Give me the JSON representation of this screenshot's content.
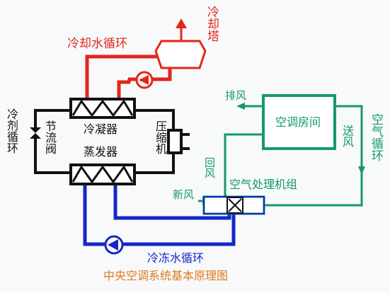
{
  "colors": {
    "refrigerant": "#111111",
    "cooling_water": "#e3261c",
    "chilled_water": "#1427c8",
    "air": "#15996b",
    "caption": "#e07a1f"
  },
  "labels": {
    "cooling_tower": "冷却塔",
    "cooling_water_loop": "冷却水循环",
    "condenser": "冷凝器",
    "evaporator": "蒸发器",
    "compressor": "压缩机",
    "throttle_valve": "节流阀",
    "refrigerant_loop": "冷剂循环",
    "exhaust_air": "排风",
    "ac_room": "空调房间",
    "supply_air": "送风",
    "air_loop": "空气循环",
    "return_air": "回风",
    "fresh_air": "新风",
    "ahu": "空气处理机组",
    "chilled_water_loop": "冷冻水循环",
    "caption": "中央空调系统基本原理图"
  }
}
